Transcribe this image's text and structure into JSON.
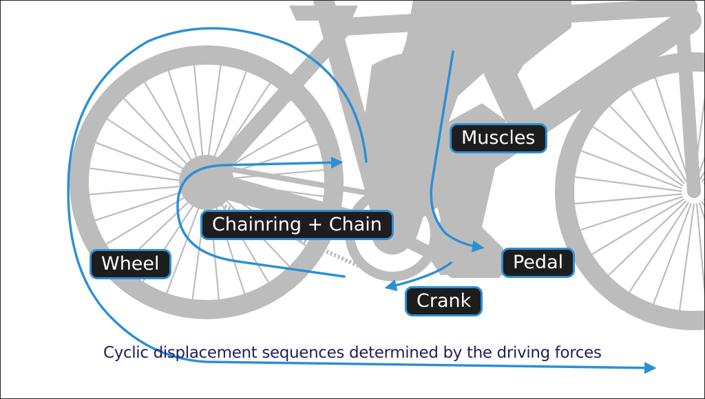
{
  "diagram": {
    "labels": {
      "muscles": "Muscles",
      "chainring_chain": "Chainring + Chain",
      "pedal": "Pedal",
      "crank": "Crank",
      "wheel": "Wheel"
    },
    "caption": "Cyclic displacement sequences determined by the driving forces",
    "colors": {
      "silhouette": "#bdbcbd",
      "arrow": "#2b8fd6",
      "label_fill": "#1d1d1d",
      "label_border": "#2b8fd6",
      "label_text": "#ffffff",
      "caption": "#1e1f5c"
    }
  }
}
